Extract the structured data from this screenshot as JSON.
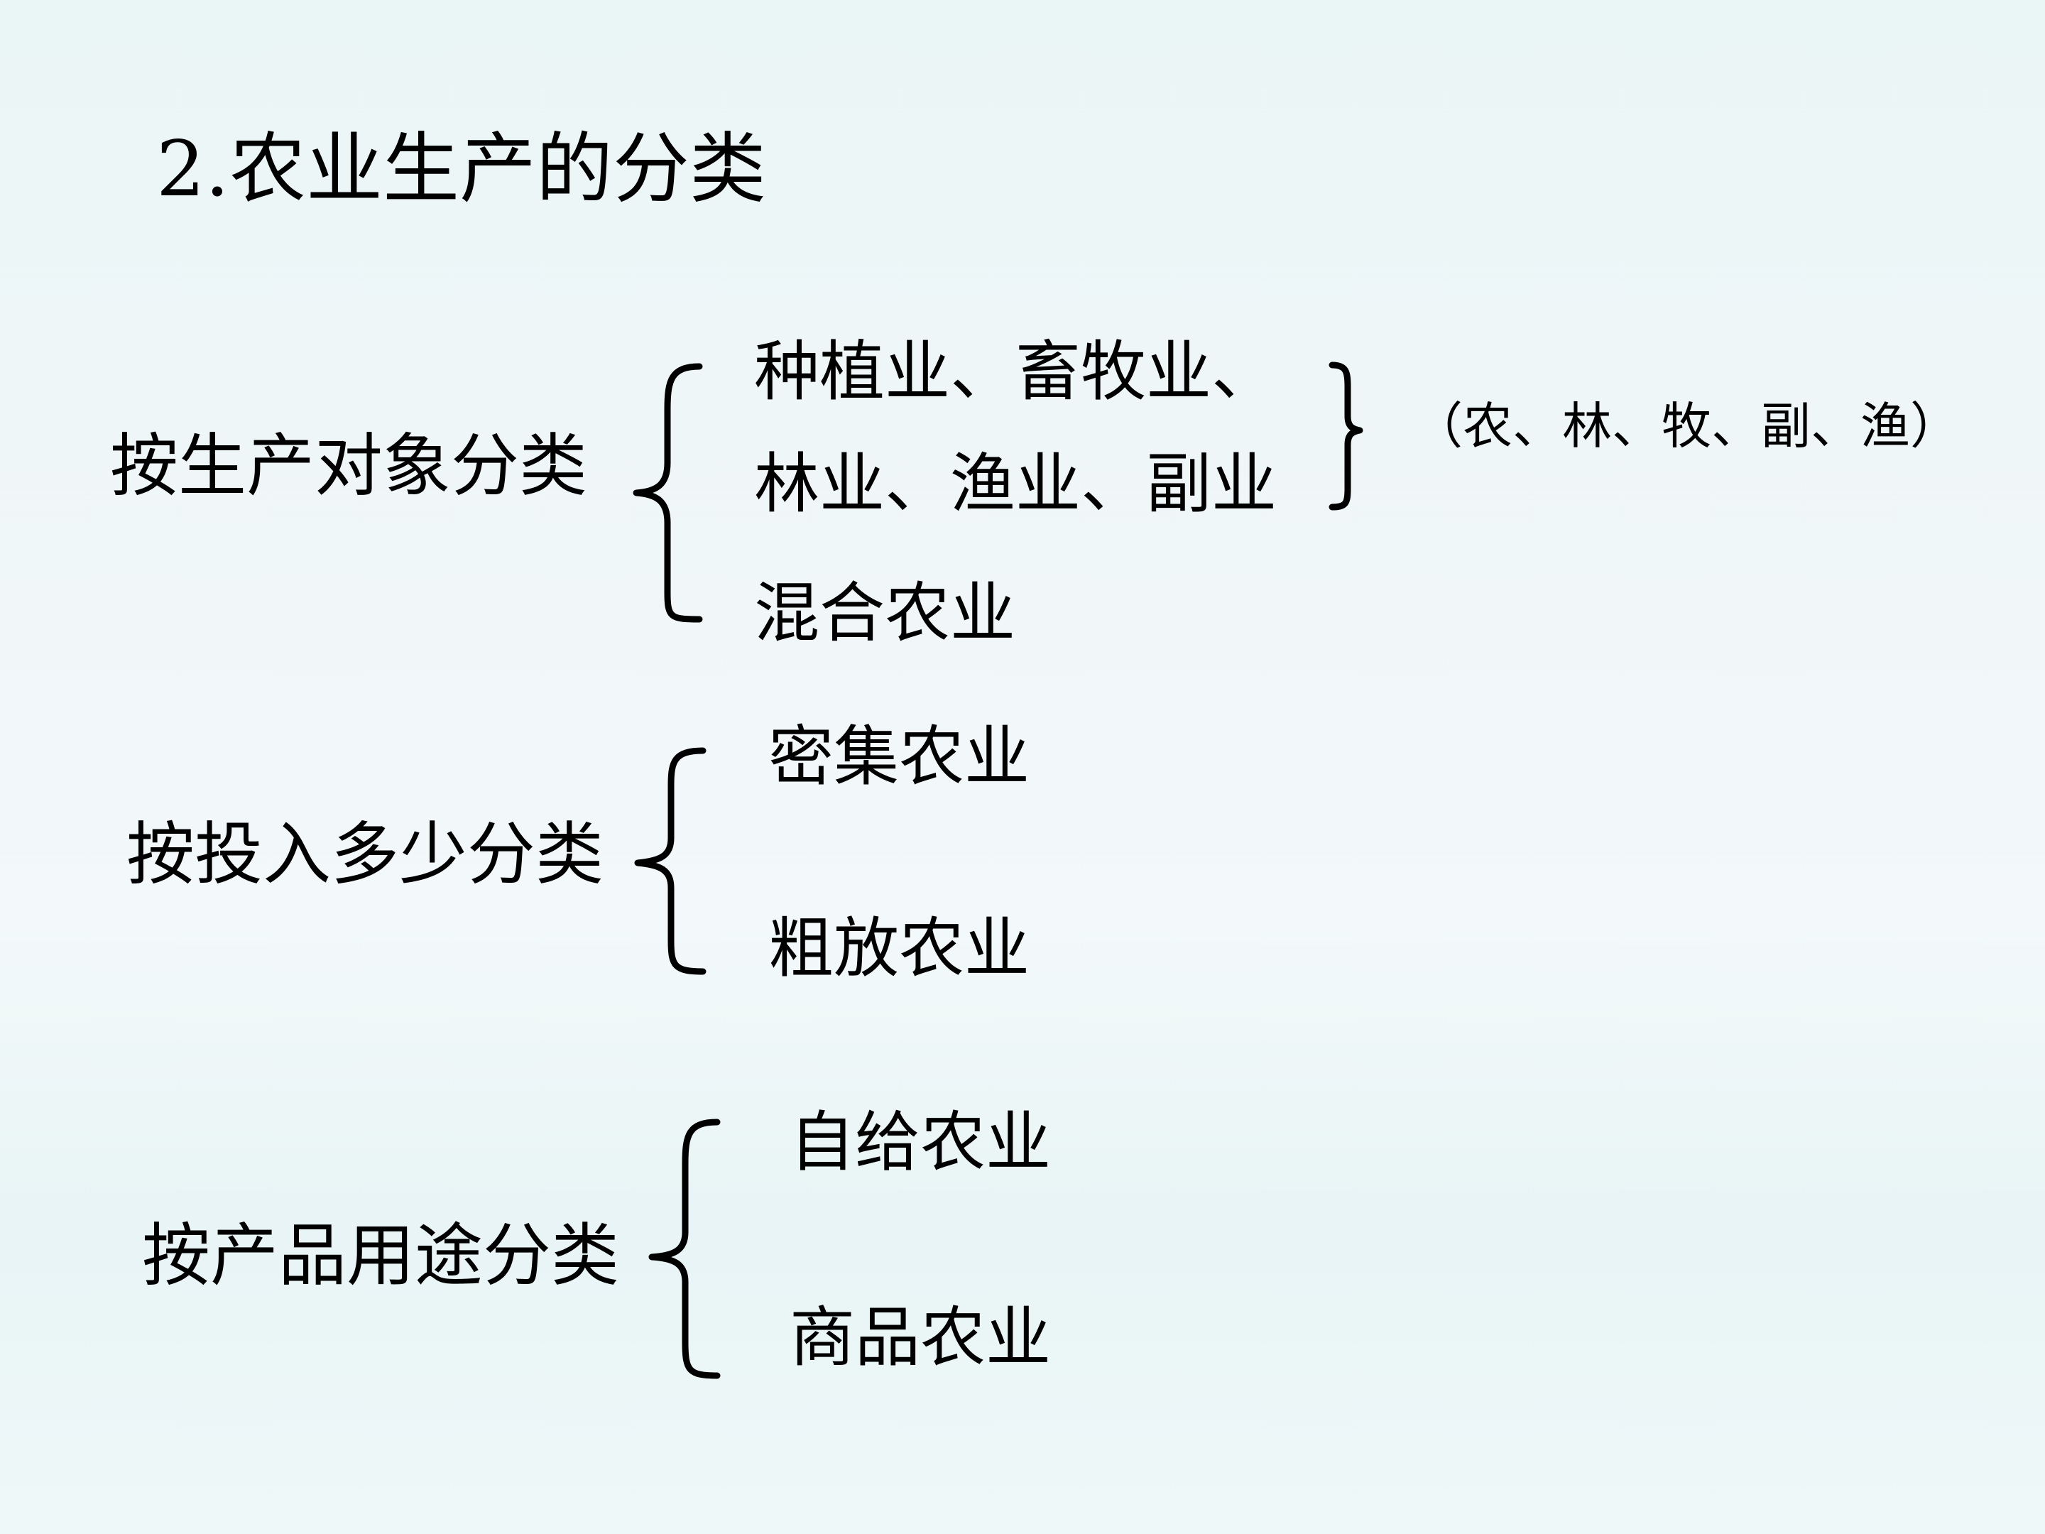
{
  "title": "2.农业生产的分类",
  "groups": [
    {
      "label": "按生产对象分类",
      "items": [
        "种植业、畜牧业、",
        "林业、渔业、副业",
        "混合农业"
      ],
      "note": "（农、林、牧、副、渔）"
    },
    {
      "label": "按投入多少分类",
      "items": [
        "密集农业",
        "粗放农业"
      ]
    },
    {
      "label": "按产品用途分类",
      "items": [
        "自给农业",
        "商品农业"
      ]
    }
  ]
}
